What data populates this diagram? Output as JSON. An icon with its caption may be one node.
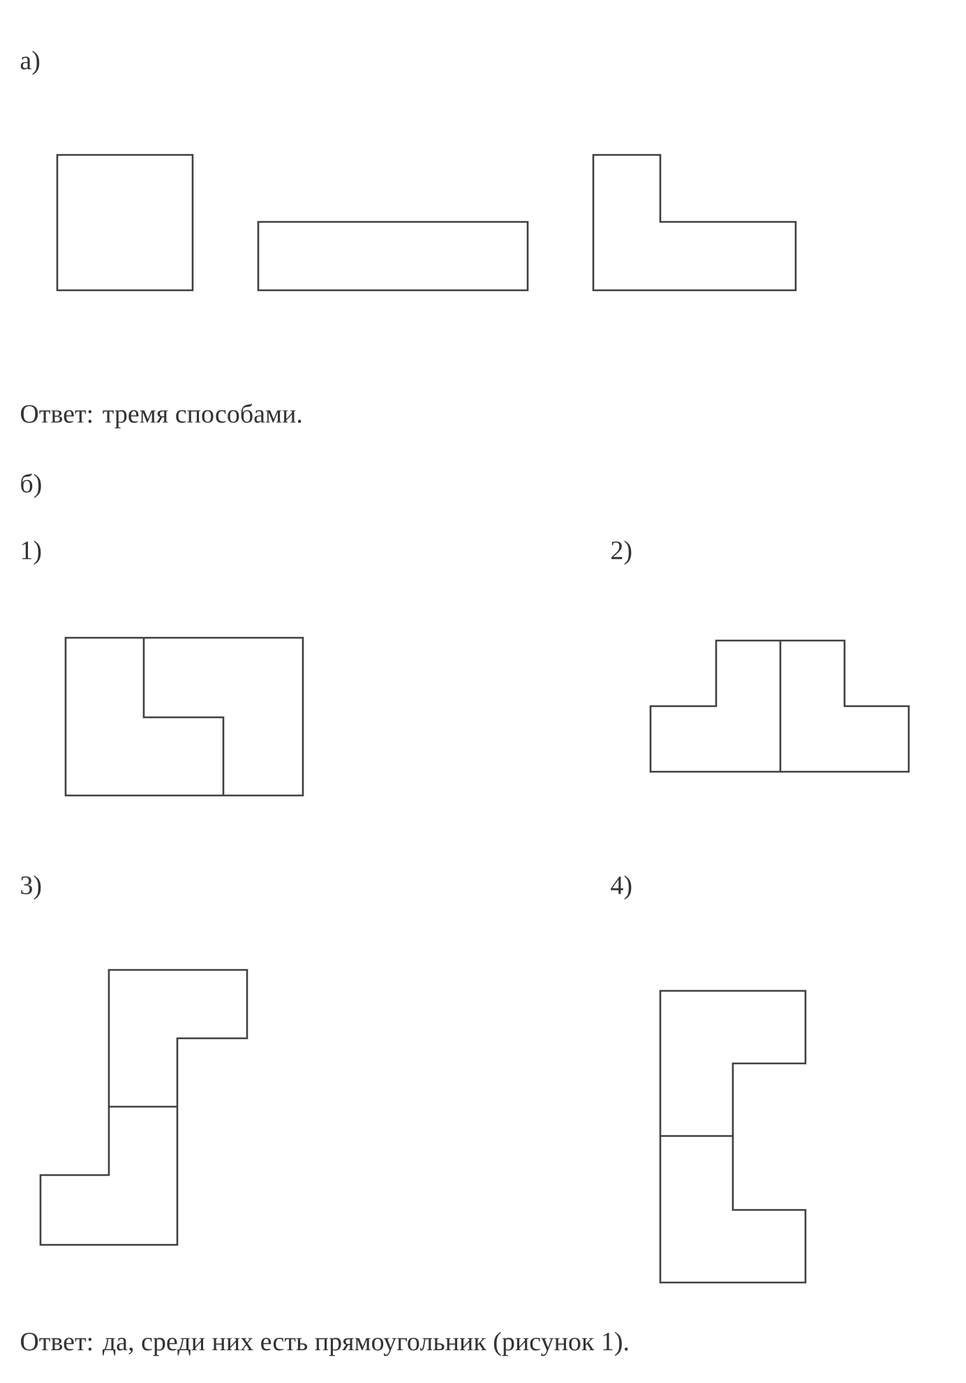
{
  "diagram": {
    "labels": [
      "а)",
      "Ответ: тремя способами.",
      "б)",
      "1)",
      "2)",
      "3)",
      "4)",
      "Ответ: да, среди них есть прямоугольник (рисунок 1)."
    ]
  }
}
